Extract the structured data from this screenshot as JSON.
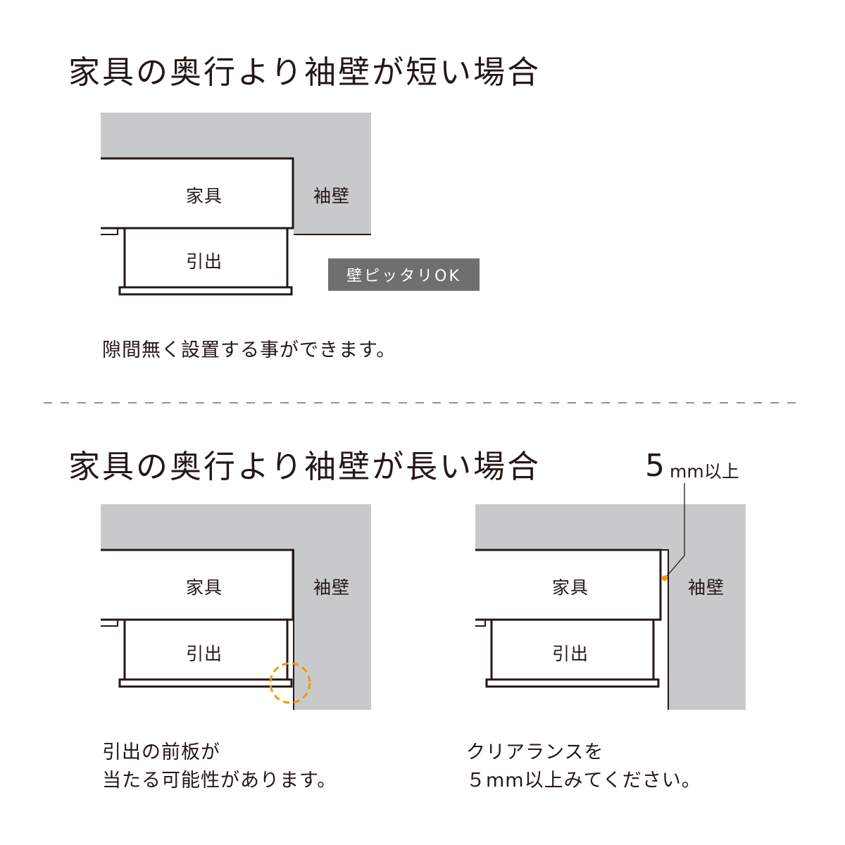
{
  "section1": {
    "title": "家具の奥行より袖壁が短い場合",
    "furniture_label": "家具",
    "drawer_label": "引出",
    "wall_label": "袖壁",
    "badge": "壁ピッタリOK",
    "caption": "隙間無く設置する事ができます。"
  },
  "section2": {
    "title": "家具の奥行より袖壁が長い場合",
    "left": {
      "furniture_label": "家具",
      "drawer_label": "引出",
      "wall_label": "袖壁",
      "caption_line1": "引出の前板が",
      "caption_line2": "当たる可能性があります。"
    },
    "right": {
      "furniture_label": "家具",
      "drawer_label": "引出",
      "wall_label": "袖壁",
      "clearance_number": "5",
      "clearance_unit": "mm以上",
      "caption_line1": "クリアランスを",
      "caption_line2": "５mm以上みてください。"
    }
  },
  "colors": {
    "wall": "#c8c9ca",
    "line": "#231815",
    "accent": "#ee9a00",
    "badge": "#6f6f6e"
  }
}
